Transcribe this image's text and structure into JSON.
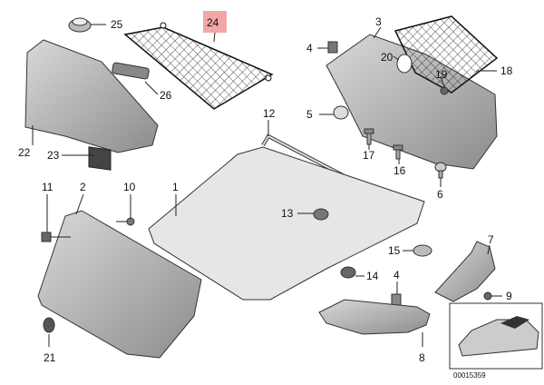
{
  "diagram": {
    "callouts": [
      "25",
      "24",
      "3",
      "4",
      "20",
      "19",
      "18",
      "26",
      "5",
      "22",
      "23",
      "12",
      "17",
      "16",
      "6",
      "11",
      "2",
      "10",
      "1",
      "13",
      "15",
      "7",
      "14",
      "4",
      "9",
      "21",
      "8"
    ],
    "highlight_color": "#f2a6a6",
    "highlighted_callout": "24",
    "reference_code": "00015359"
  }
}
